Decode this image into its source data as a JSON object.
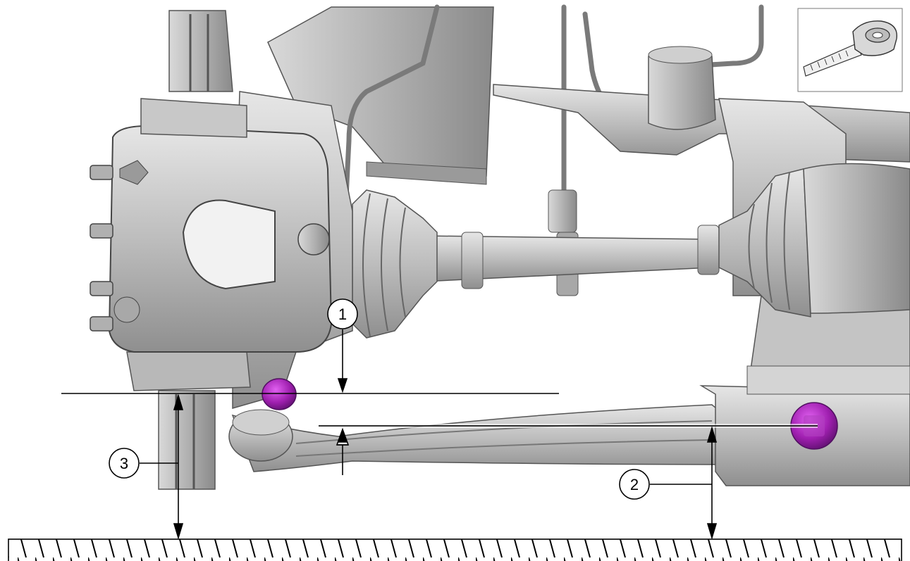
{
  "callouts": [
    {
      "label": "1"
    },
    {
      "label": "2"
    },
    {
      "label": "3"
    }
  ],
  "highlight_color": "#a020b0",
  "inset_icon": "measuring-tape-icon",
  "ground_pattern": "hatched-ground"
}
